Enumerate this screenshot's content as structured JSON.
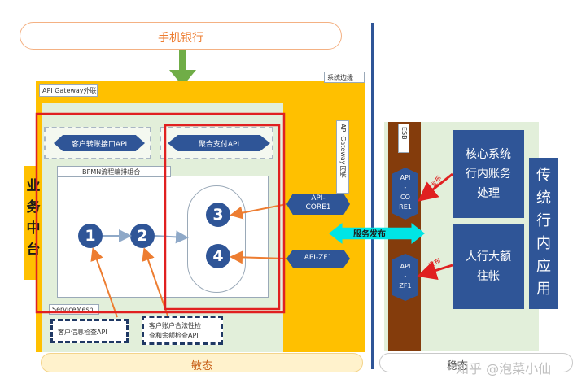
{
  "top_banner": {
    "label": "手机银行"
  },
  "gateway_ext": {
    "label": "API Gateway外联",
    "edge_label": "系统边缘"
  },
  "gateway_int": {
    "label": "API Gateway内联"
  },
  "middle_platform": {
    "label": "业务中台"
  },
  "service_boxes": {
    "transfer": "客户转账接口API",
    "payment": "聚合支付API"
  },
  "bpmn": {
    "label": "BPMN流程编排组合"
  },
  "servicemesh": {
    "label": "ServiceMesh"
  },
  "nodes": [
    "1",
    "2",
    "3",
    "4"
  ],
  "apis": {
    "core1": "API-\nCORE1",
    "zf1": "API-ZF1"
  },
  "checks": {
    "customer_info": "客户信息检查API",
    "account_check": "客户账户合法性检\n查和余额检查API"
  },
  "service_publish": "服务发布",
  "esb": {
    "label": "ESB",
    "core": "API\n-\nCO\nRE1",
    "zf": "API\n-\nZF1"
  },
  "publish_tag": "发布",
  "legacy": {
    "core": "核心系统\n行内账务\n处理",
    "large": "人行大额\n往帐",
    "label": "传统行内应用"
  },
  "zones": {
    "sensitive": "敏态",
    "stable": "稳态"
  },
  "watermark": "知乎 @泡菜小仙",
  "colors": {
    "orange": "#ffc000",
    "navy": "#2f5597",
    "light_green": "#e2efda",
    "red": "#e02020",
    "brown": "#843c0c",
    "cyan": "#00e5e5"
  }
}
